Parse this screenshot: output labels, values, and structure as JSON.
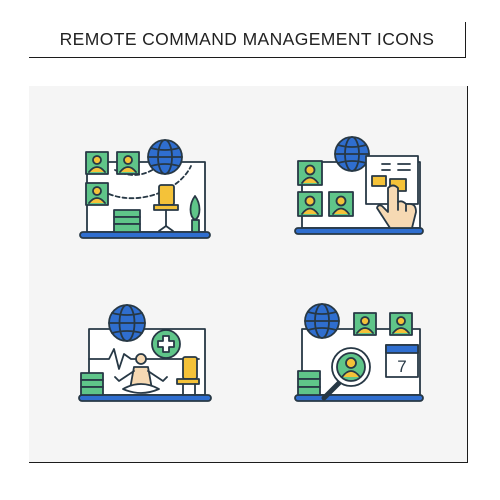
{
  "title": "REMOTE COMMAND MANAGEMENT ICONS",
  "calendar": {
    "day": "7"
  },
  "colors": {
    "navy": "#273845",
    "blue": "#2f6ecf",
    "green": "#5fc589",
    "yellow": "#f4c239",
    "skin": "#f6d9b3",
    "panel_bg": "#f5f5f5",
    "border": "#1c1c1c"
  },
  "icons": [
    {
      "name": "team-network"
    },
    {
      "name": "remote-task-board"
    },
    {
      "name": "wellbeing-meditation"
    },
    {
      "name": "hiring-search"
    }
  ]
}
